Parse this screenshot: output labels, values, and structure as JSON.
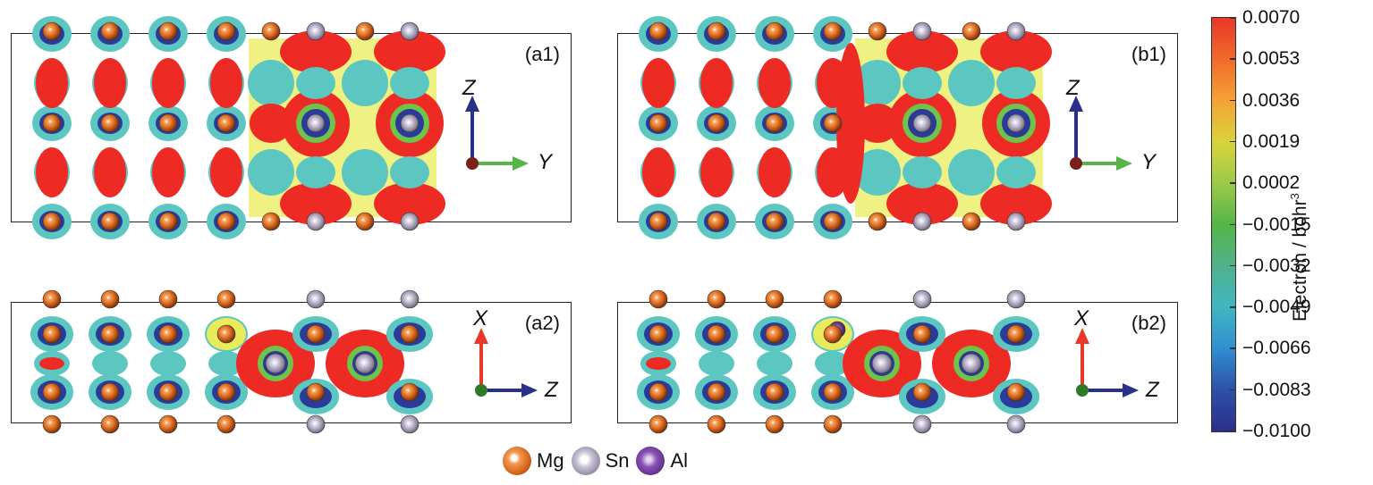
{
  "panels": {
    "a1": {
      "label": "(a1)",
      "axis_up": "Z",
      "axis_right": "Y"
    },
    "b1": {
      "label": "(b1)",
      "axis_up": "Z",
      "axis_right": "Y"
    },
    "a2": {
      "label": "(a2)",
      "axis_up": "X",
      "axis_right": "Z"
    },
    "b2": {
      "label": "(b2)",
      "axis_up": "X",
      "axis_right": "Z"
    }
  },
  "colorbar": {
    "title": "Electron / bohr",
    "title_sup": "3",
    "ticks": [
      "0.0070",
      "0.0053",
      "0.0036",
      "0.0019",
      "0.0002",
      "−0.0015",
      "−0.0032",
      "−0.0049",
      "−0.0066",
      "−0.0083",
      "−0.0100"
    ],
    "colors": [
      "#e8382a",
      "#f06a2a",
      "#f4a236",
      "#d9d33a",
      "#9cc94a",
      "#55b548",
      "#4fb28b",
      "#41b6c2",
      "#2f8fd0",
      "#2e50a6",
      "#2a2f8a"
    ]
  },
  "legend": {
    "mg": "Mg",
    "sn": "Sn",
    "al": "Al"
  },
  "colors": {
    "mg": "#e2792b",
    "sn": "#a9a3b5",
    "al": "#6a3a95",
    "red": "#ee2a25",
    "cyan": "#5cc7c0",
    "blue": "#2b3b9a",
    "yellow": "#e9ec5a",
    "green": "#6fc24a"
  }
}
